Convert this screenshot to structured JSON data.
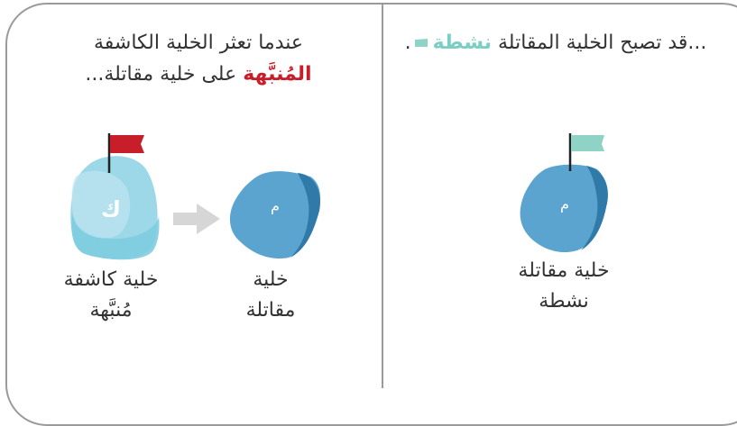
{
  "left_panel": {
    "caption_line1": "عندما تعثر الخلية الكاشفة",
    "caption_highlight": "المُنبَّهة",
    "caption_rest": " على خلية مقاتلة...",
    "detector_cell": {
      "glyph": "ك",
      "label_line1": "خلية كاشفة",
      "label_line2": "مُنبَّهة",
      "flag_color": "#c81e2a",
      "body_color": "#9dd8e8"
    },
    "killer_cell": {
      "glyph": "م",
      "label_line1": "خلية",
      "label_line2": "مقاتلة",
      "body_color": "#3f8fbf"
    },
    "arrow_color": "#d6d6d6"
  },
  "right_panel": {
    "caption_prefix": "...قد تصبح الخلية المقاتلة",
    "caption_highlight": "نشطة",
    "caption_suffix": ".",
    "active_cell": {
      "glyph": "م",
      "label_line1": "خلية مقاتلة",
      "label_line2": "نشطة",
      "flag_color": "#8fd3c6",
      "body_color": "#3f8fbf"
    }
  },
  "colors": {
    "border": "#9a9a9a",
    "text": "#333333",
    "alert_red": "#c81e2a",
    "active_teal": "#7ccdc3"
  }
}
